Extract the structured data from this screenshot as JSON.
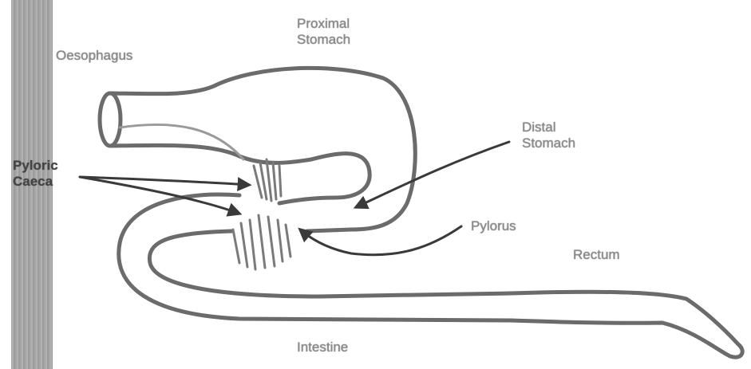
{
  "labels": {
    "oesophagus": "Oesophagus",
    "proximal_stomach_line1": "Proximal",
    "proximal_stomach_line2": "Stomach",
    "distal_stomach_line1": "Distal",
    "distal_stomach_line2": "Stomach",
    "pyloric_caeca_line1": "Pyloric",
    "pyloric_caeca_line2": "Caeca",
    "pylorus": "Pylorus",
    "rectum": "Rectum",
    "intestine": "Intestine"
  },
  "colors": {
    "outline": "#6b6b6b",
    "arrow": "#3a3a3a",
    "background": "#ffffff",
    "strip": "#9a9a9a"
  }
}
